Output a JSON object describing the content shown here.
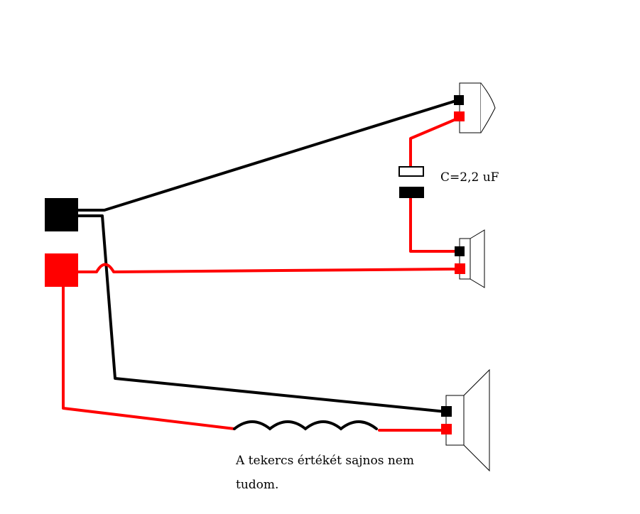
{
  "diagram": {
    "capacitor_label": "C=2,2 uF",
    "coil_note_line1": "A tekercs értékét sajnos nem",
    "coil_note_line2": "tudom."
  },
  "colors": {
    "positive": "#ff0000",
    "negative": "#000000",
    "outline": "#000000",
    "background": "#ffffff"
  }
}
